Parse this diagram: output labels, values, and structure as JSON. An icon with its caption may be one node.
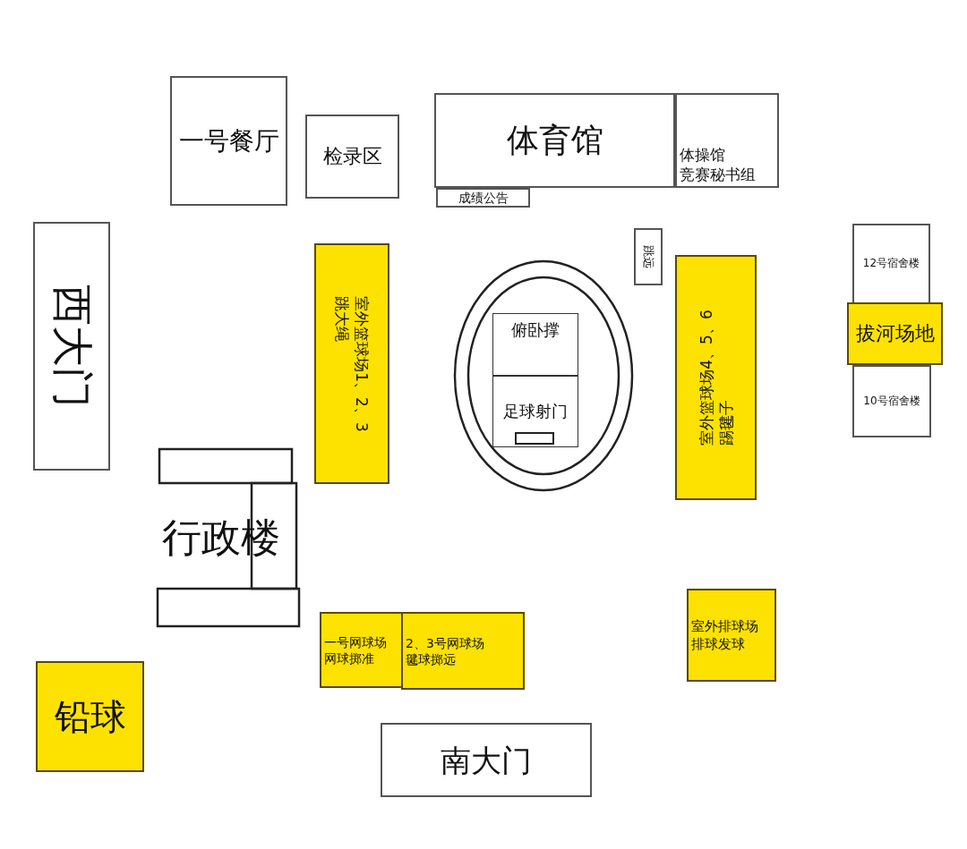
{
  "diagram": {
    "nodes": [
      {
        "text": [
          "一号餐厅"
        ]
      },
      {
        "text": [
          "检录区"
        ]
      },
      {
        "text": [
          "体育馆"
        ]
      },
      {
        "text": [
          "体操馆",
          "竞赛秘书组"
        ]
      },
      {
        "text": [
          "成绩公告"
        ]
      },
      {
        "text": [
          "西大门"
        ]
      },
      {
        "text": [
          "12号宿舍楼"
        ]
      },
      {
        "text": [
          "室外篮球场1、2、3",
          "跳大绳"
        ]
      },
      {
        "text": [
          "跳远"
        ]
      },
      {
        "text": [],
        "shape": "ellipse"
      },
      {
        "text": [
          "俯卧撑"
        ],
        "in": 9
      },
      {
        "text": [
          "足球射门"
        ],
        "in": 9
      },
      {
        "text": [
          "室外篮球场4、5、6",
          "踢毽子"
        ]
      },
      {
        "text": [
          "拔河场地"
        ]
      },
      {
        "text": [
          "10号宿舍楼"
        ]
      },
      {
        "text": [
          "行政楼"
        ]
      },
      {
        "text": [
          "一号网球场",
          "网球掷准"
        ]
      },
      {
        "text": [
          "2、3号网球场",
          "毽球掷远"
        ]
      },
      {
        "text": [
          "室外排球场",
          "排球发球"
        ]
      },
      {
        "text": [
          "铅球"
        ]
      },
      {
        "text": [
          "南大门"
        ]
      }
    ]
  }
}
